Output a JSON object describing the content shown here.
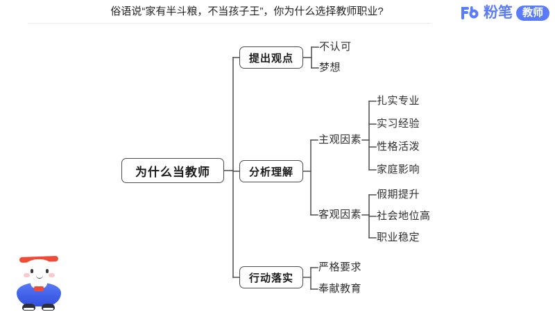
{
  "header": {
    "question": "俗语说“家有半斗粮，不当孩子王”，你为什么选择教师职业?",
    "brand_name": "粉笔",
    "brand_badge": "教师",
    "brand_mark": "fb-logo-icon",
    "accent_color": "#5b7cfa",
    "divider_color": "#ececec"
  },
  "mindmap": {
    "root": {
      "label": "为什么当教师"
    },
    "branches": [
      {
        "label": "提出观点",
        "subnodes": [],
        "leaves": [
          "不认可",
          "梦想"
        ]
      },
      {
        "label": "分析理解",
        "subnodes": [
          {
            "label": "主观因素",
            "leaves": [
              "扎实专业",
              "实习经验",
              "性格活泼",
              "家庭影响"
            ]
          },
          {
            "label": "客观因素",
            "leaves": [
              "假期提升",
              "社会地位高",
              "职业稳定"
            ]
          }
        ],
        "leaves": []
      },
      {
        "label": "行动落实",
        "subnodes": [],
        "leaves": [
          "严格要求",
          "奉献教育"
        ]
      }
    ],
    "line_color": "#4a4a4a",
    "text_color": "#2f2f2f"
  },
  "mascot": {
    "name": "fenbi-mascot",
    "headband_color": "#f04b36",
    "body_color": "#3f5ee8",
    "bowtie_color": "#f04b36",
    "shoe_color": "#2e2e38"
  }
}
